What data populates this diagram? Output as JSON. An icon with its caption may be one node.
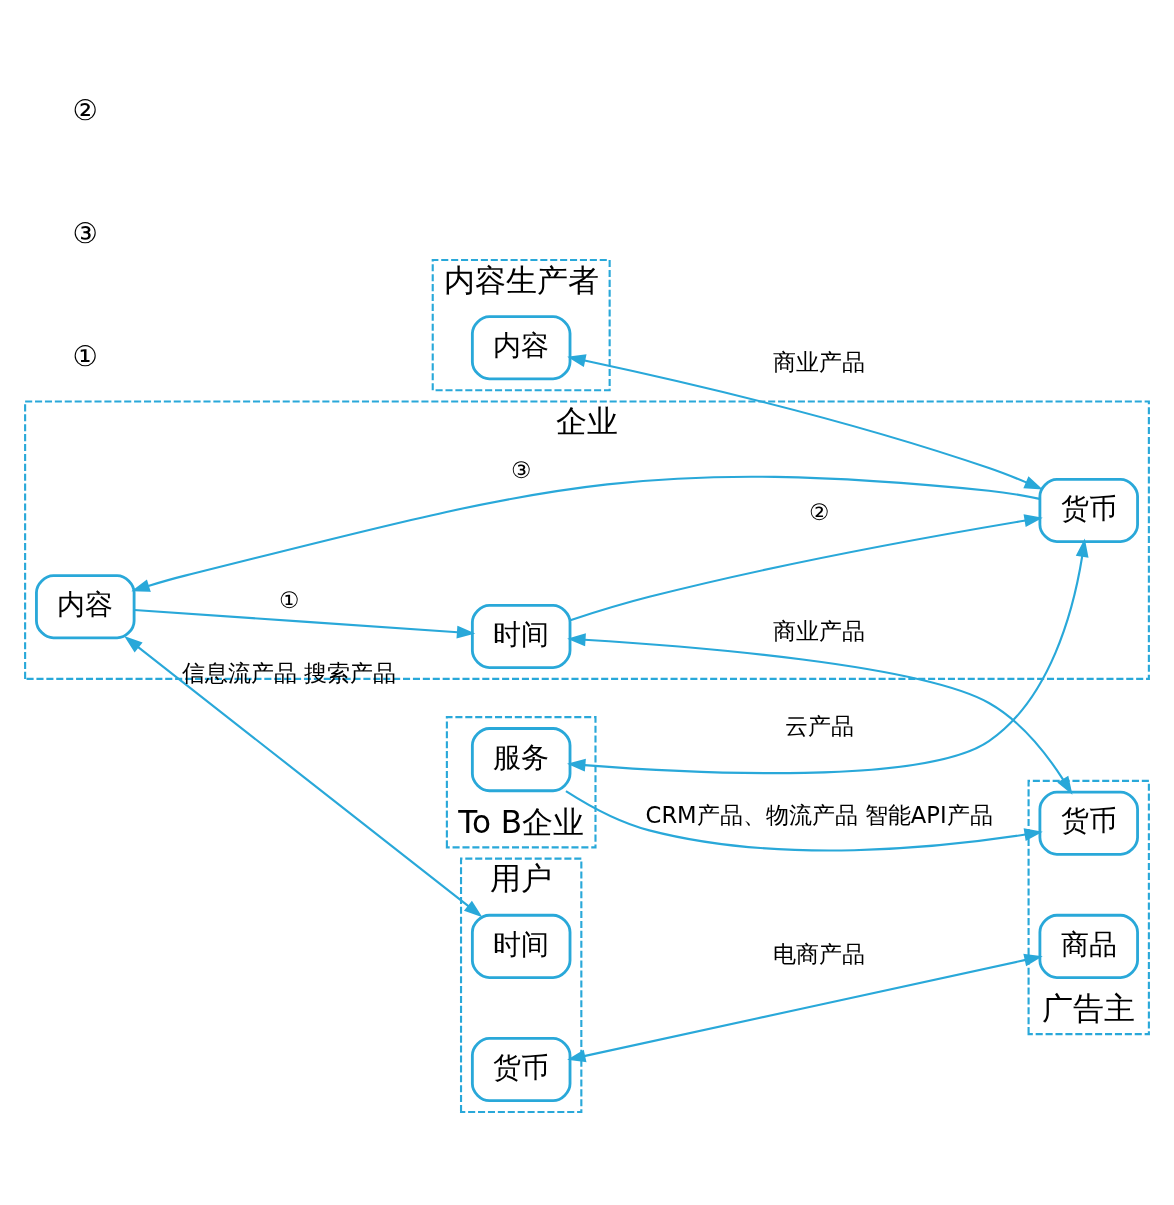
{
  "diagram": {
    "nodes": [
      {
        "text": [
          "内容生产者"
        ]
      },
      {
        "text": [
          "内容"
        ],
        "in": 0
      },
      {
        "text": [
          "企业"
        ]
      },
      {
        "text": [
          "内容"
        ],
        "in": 2
      },
      {
        "text": [
          "货币"
        ],
        "in": 2
      },
      {
        "text": [
          "时间"
        ],
        "in": 2
      },
      {
        "text": [
          "用户"
        ]
      },
      {
        "text": [
          "时间"
        ],
        "in": 6
      },
      {
        "text": [
          "货币"
        ],
        "in": 6
      },
      {
        "text": [
          "To B企业"
        ]
      },
      {
        "text": [
          "服务"
        ],
        "in": 9
      },
      {
        "text": [
          "广告主"
        ]
      },
      {
        "text": [
          "货币"
        ],
        "in": 11
      },
      {
        "text": [
          "商品"
        ],
        "in": 11
      }
    ],
    "edges": [
      {
        "from": 3,
        "to": 7,
        "arrow": "both",
        "label": "信息流产品 搜索产品"
      },
      {
        "from": 1,
        "to": 4,
        "arrow": "both",
        "label": "商业产品"
      },
      {
        "from": 4,
        "to": 3,
        "arrow": "to",
        "label": "③"
      },
      {
        "from": 3,
        "to": 5,
        "arrow": "to",
        "label": "①"
      },
      {
        "from": 5,
        "to": 4,
        "arrow": "to",
        "label": "②"
      },
      {
        "from": 8,
        "to": 13,
        "arrow": "both",
        "label": "电商产品"
      },
      {
        "from": 5,
        "to": 12,
        "arrow": "both",
        "label": "商业产品"
      },
      {
        "from": 10,
        "to": 4,
        "arrow": "both",
        "label": "云产品"
      },
      {
        "from": 10,
        "to": 12,
        "arrow": "to",
        "label": "CRM产品、物流产品 智能API产品"
      }
    ],
    "labels": [
      "①",
      "③",
      "②"
    ]
  }
}
